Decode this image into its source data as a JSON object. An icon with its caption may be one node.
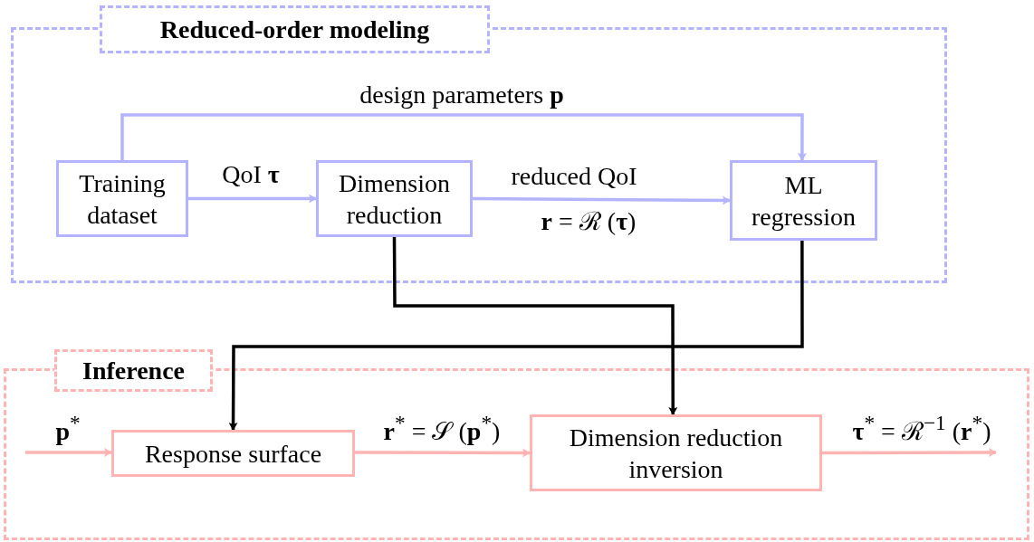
{
  "diagram": {
    "nodes": [
      {
        "text": [
          "Reduced-order modeling"
        ]
      },
      {
        "text": [
          "Training dataset"
        ],
        "in": 0
      },
      {
        "text": [
          "Dimension reduction"
        ],
        "in": 0
      },
      {
        "text": [
          "ML regression"
        ],
        "in": 0
      },
      {
        "text": [
          "Inference"
        ]
      },
      {
        "text": [
          "Response surface"
        ],
        "in": 4
      },
      {
        "text": [
          "Dimension reduction inversion"
        ],
        "in": 4
      }
    ],
    "edges": [
      {
        "from": 1,
        "to": 3,
        "arrow": "to",
        "label": "design parameters **p**",
        "color": "#b3b3ff"
      },
      {
        "from": 1,
        "to": 2,
        "arrow": "to",
        "label": "QoI **τ**",
        "color": "#b3b3ff"
      },
      {
        "from": 2,
        "to": 3,
        "arrow": "to",
        "label": "reduced QoI",
        "color": "#b3b3ff"
      },
      {
        "from": 3,
        "to": 5,
        "arrow": "to",
        "color": "#000000"
      },
      {
        "from": 2,
        "to": 6,
        "arrow": "to",
        "color": "#000000"
      },
      {
        "from": null,
        "to": 5,
        "arrow": "to",
        "label": "**p**$^{*}$",
        "color": "#ffb3b3"
      },
      {
        "from": 5,
        "to": 6,
        "arrow": "to",
        "label": "**r**$^{*}$ = 𝒮 (**p**$^{*}$)",
        "color": "#ffb3b3"
      },
      {
        "from": 6,
        "to": null,
        "arrow": "to",
        "label": "**τ**$^{*}$ = ℛ$^{−1}$ (**r**$^{*}$)",
        "color": "#ffb3b3"
      }
    ],
    "labels": [
      "**r** = ℛ (**τ**)"
    ]
  }
}
